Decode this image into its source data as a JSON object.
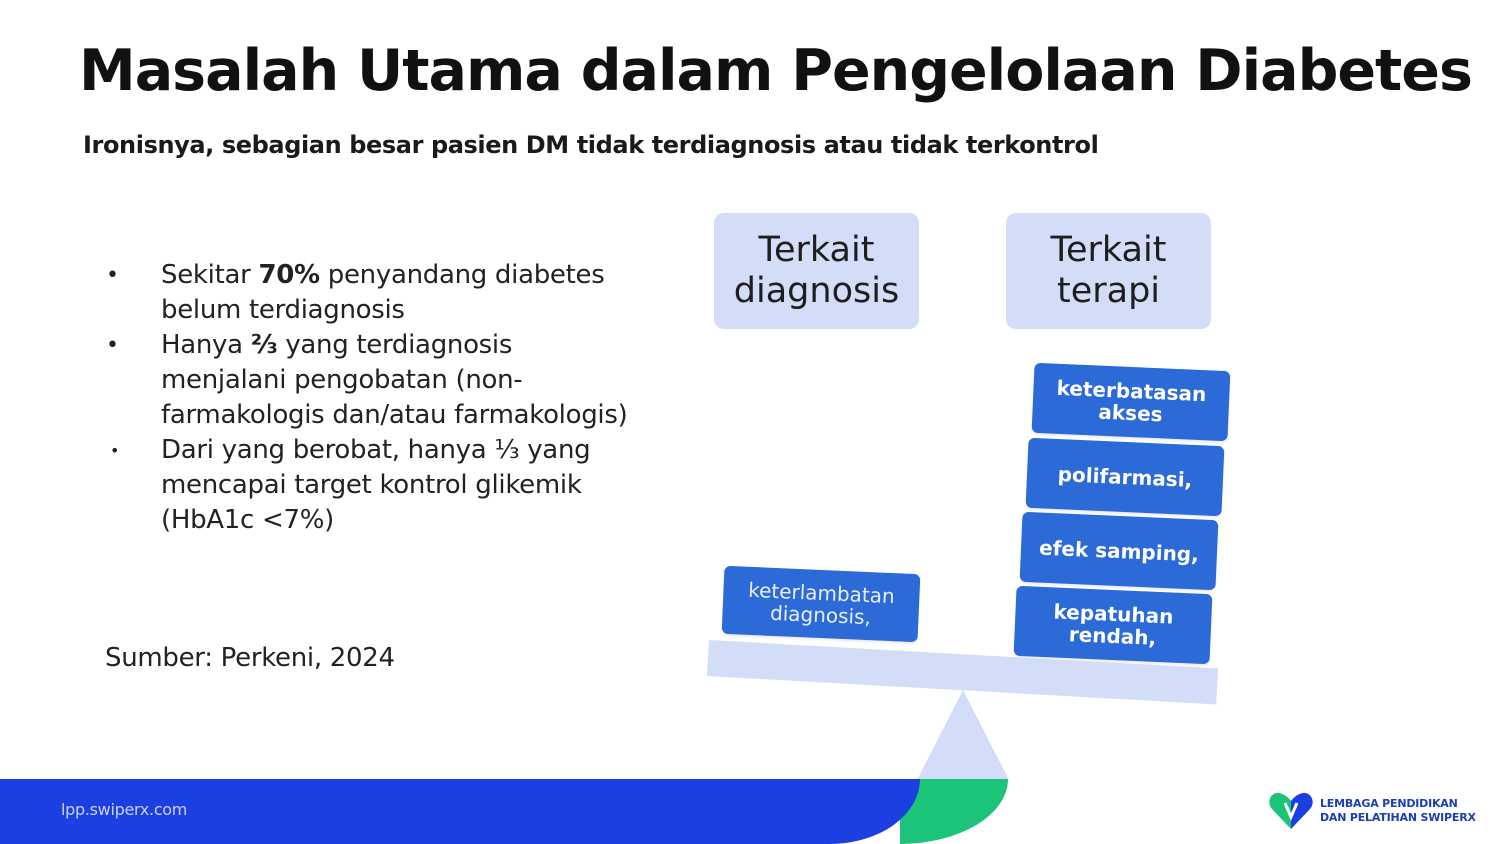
{
  "title": "Masalah Utama dalam Pengelolaan Diabetes",
  "subtitle": "Ironisnya, sebagian besar pasien DM tidak terdiagnosis atau tidak terkontrol",
  "bullets": [
    {
      "marker": "•",
      "before": "Sekitar ",
      "bold": "70%",
      "after": " penyandang diabetes belum terdiagnosis"
    },
    {
      "marker": "•",
      "before": "Hanya ",
      "bold": "⅔",
      "after": " yang terdiagnosis menjalani pengobatan (non-farmakologis dan/atau farmakologis)"
    },
    {
      "marker": "•",
      "before": "Dari yang berobat, hanya ⅓ yang mencapai target kontrol glikemik (HbA1c <7%)",
      "bold": "",
      "after": ""
    }
  ],
  "source": "Sumber: Perkeni, 2024",
  "scale": {
    "left_category": "Terkait\ndiagnosis",
    "right_category": "Terkait\nterapi",
    "left_items": [
      "keterlambatan\ndiagnosis,"
    ],
    "right_items": [
      "keterbatasan\nakses",
      "polifarmasi,",
      "efek samping,",
      "kepatuhan\nrendah,"
    ]
  },
  "footer": {
    "url": "lpp.swiperx.com",
    "logo_text": "LEMBAGA PENDIDIKAN\nDAN PELATIHAN SWIPERX"
  },
  "colors": {
    "category_bg": "#d3ddf7",
    "box_blue": "#2c6ad8",
    "footer_blue": "#1b3fe0",
    "footer_green": "#1cc47a"
  }
}
